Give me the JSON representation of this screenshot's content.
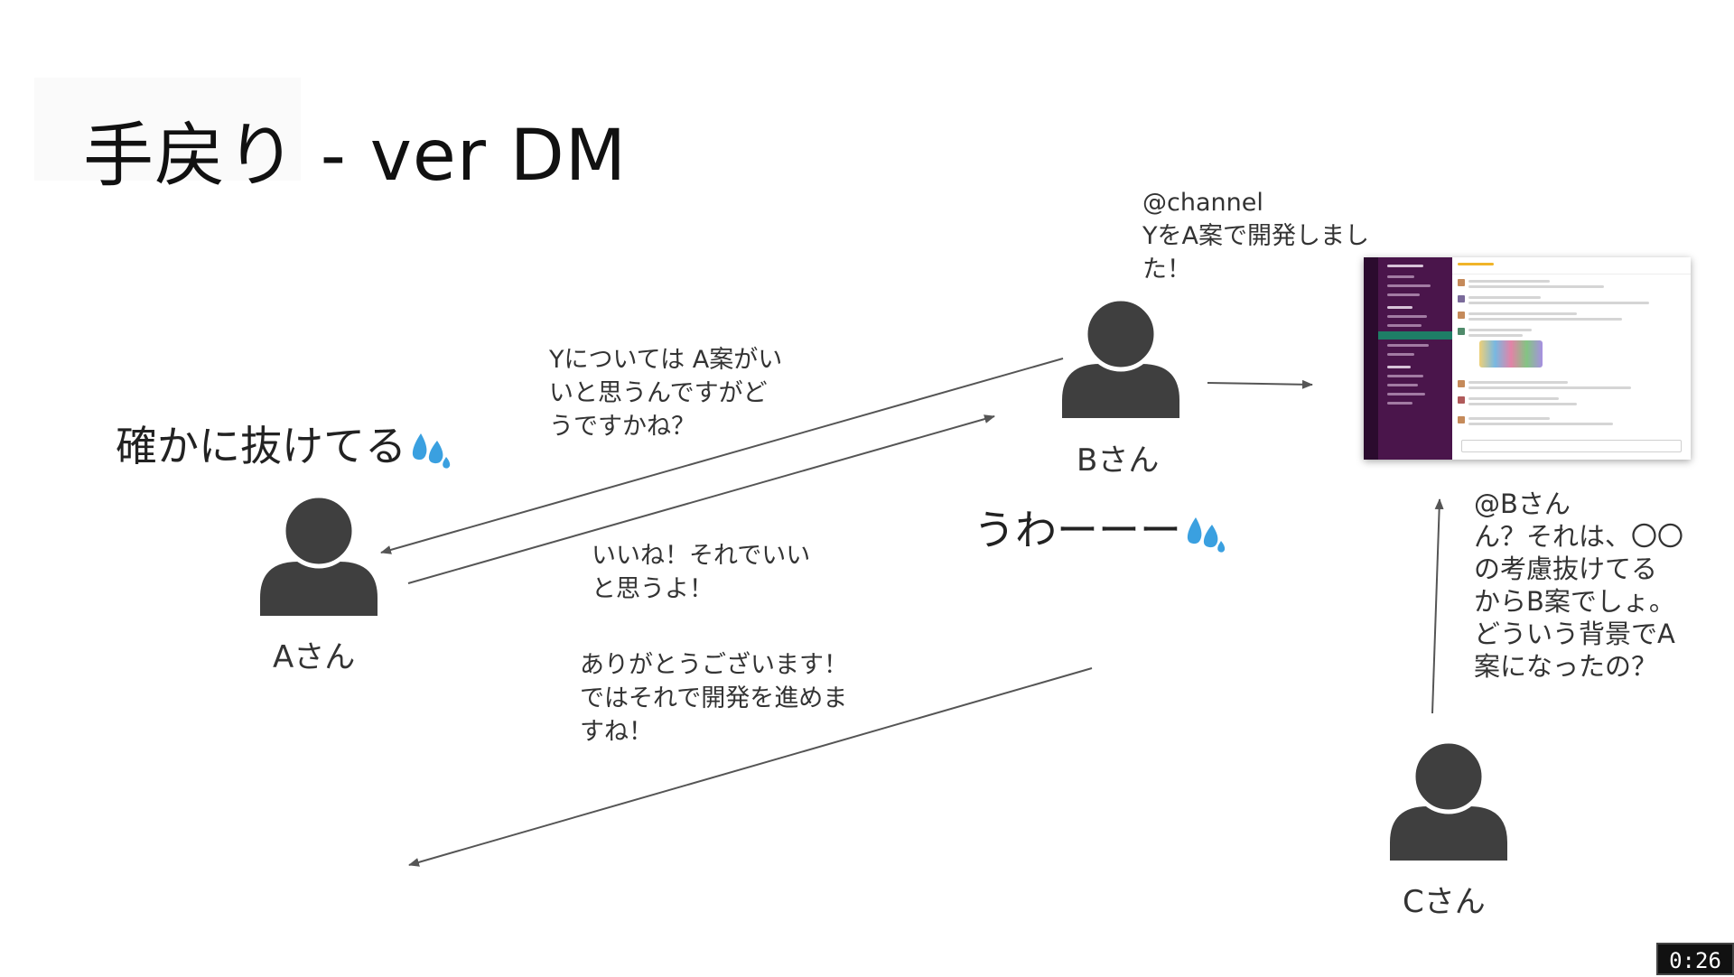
{
  "slide": {
    "title": "手戻り - ver DM"
  },
  "people": {
    "a": {
      "label": "Aさん"
    },
    "b": {
      "label": "Bさん"
    },
    "c": {
      "label": "Cさん"
    }
  },
  "reactions": {
    "a": "確かに抜けてる",
    "b": "うわーーー"
  },
  "messages": {
    "b_to_a_line1": "Yについては A案がい",
    "b_to_a_line2": "いと思うんですがど",
    "b_to_a_line3": "うですかね？",
    "a_to_b_line1": "いいね！それでいい",
    "a_to_b_line2": "と思うよ！",
    "b_thanks_line1": "ありがとうございます！",
    "b_thanks_line2": "ではそれで開発を進めま",
    "b_thanks_line3": "すね！",
    "channel_line1": "@channel",
    "channel_line2": "YをA案で開発しまし",
    "channel_line3": "た！",
    "c_reply_line1": "@Bさん",
    "c_reply_line2": "ん？それは、〇〇",
    "c_reply_line3": "の考慮抜けてる",
    "c_reply_line4": "からB案でしょ。",
    "c_reply_line5": "どういう背景でA",
    "c_reply_line6": "案になったの？"
  },
  "video": {
    "timestamp": "0:26"
  },
  "colors": {
    "person": "#3f3f3f",
    "arrow": "#555555",
    "drop": "#3aa0e0"
  },
  "icons": [
    "person-icon",
    "sweat-drop-icon",
    "slack-screenshot"
  ]
}
